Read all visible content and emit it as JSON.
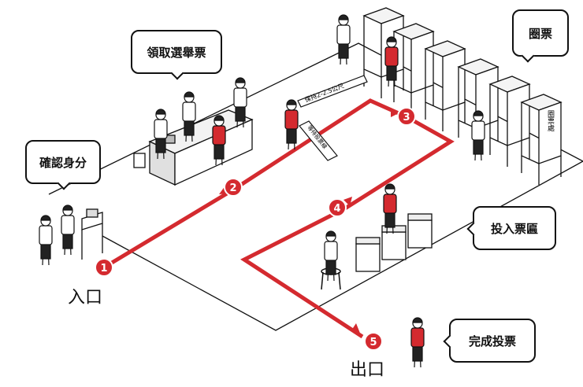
{
  "colors": {
    "accent": "#d42a2f",
    "ink": "#111111",
    "shirt_red": "#d42a2f",
    "hair": "#222222",
    "paper": "#ffffff"
  },
  "bubbles": {
    "confirm_identity": "確認身分",
    "receive_ballot": "領取選舉票",
    "mark_ballot": "圈票",
    "ballot_box_area": "投入票匾",
    "finish_voting": "完成投票"
  },
  "labels": {
    "entrance": "入口",
    "exit": "出口",
    "distance_sign": "保持2-2.5公尺",
    "wait_line": "等待投票線",
    "booth_sign": "圈票處"
  },
  "steps": [
    "1",
    "2",
    "3",
    "4",
    "5"
  ]
}
